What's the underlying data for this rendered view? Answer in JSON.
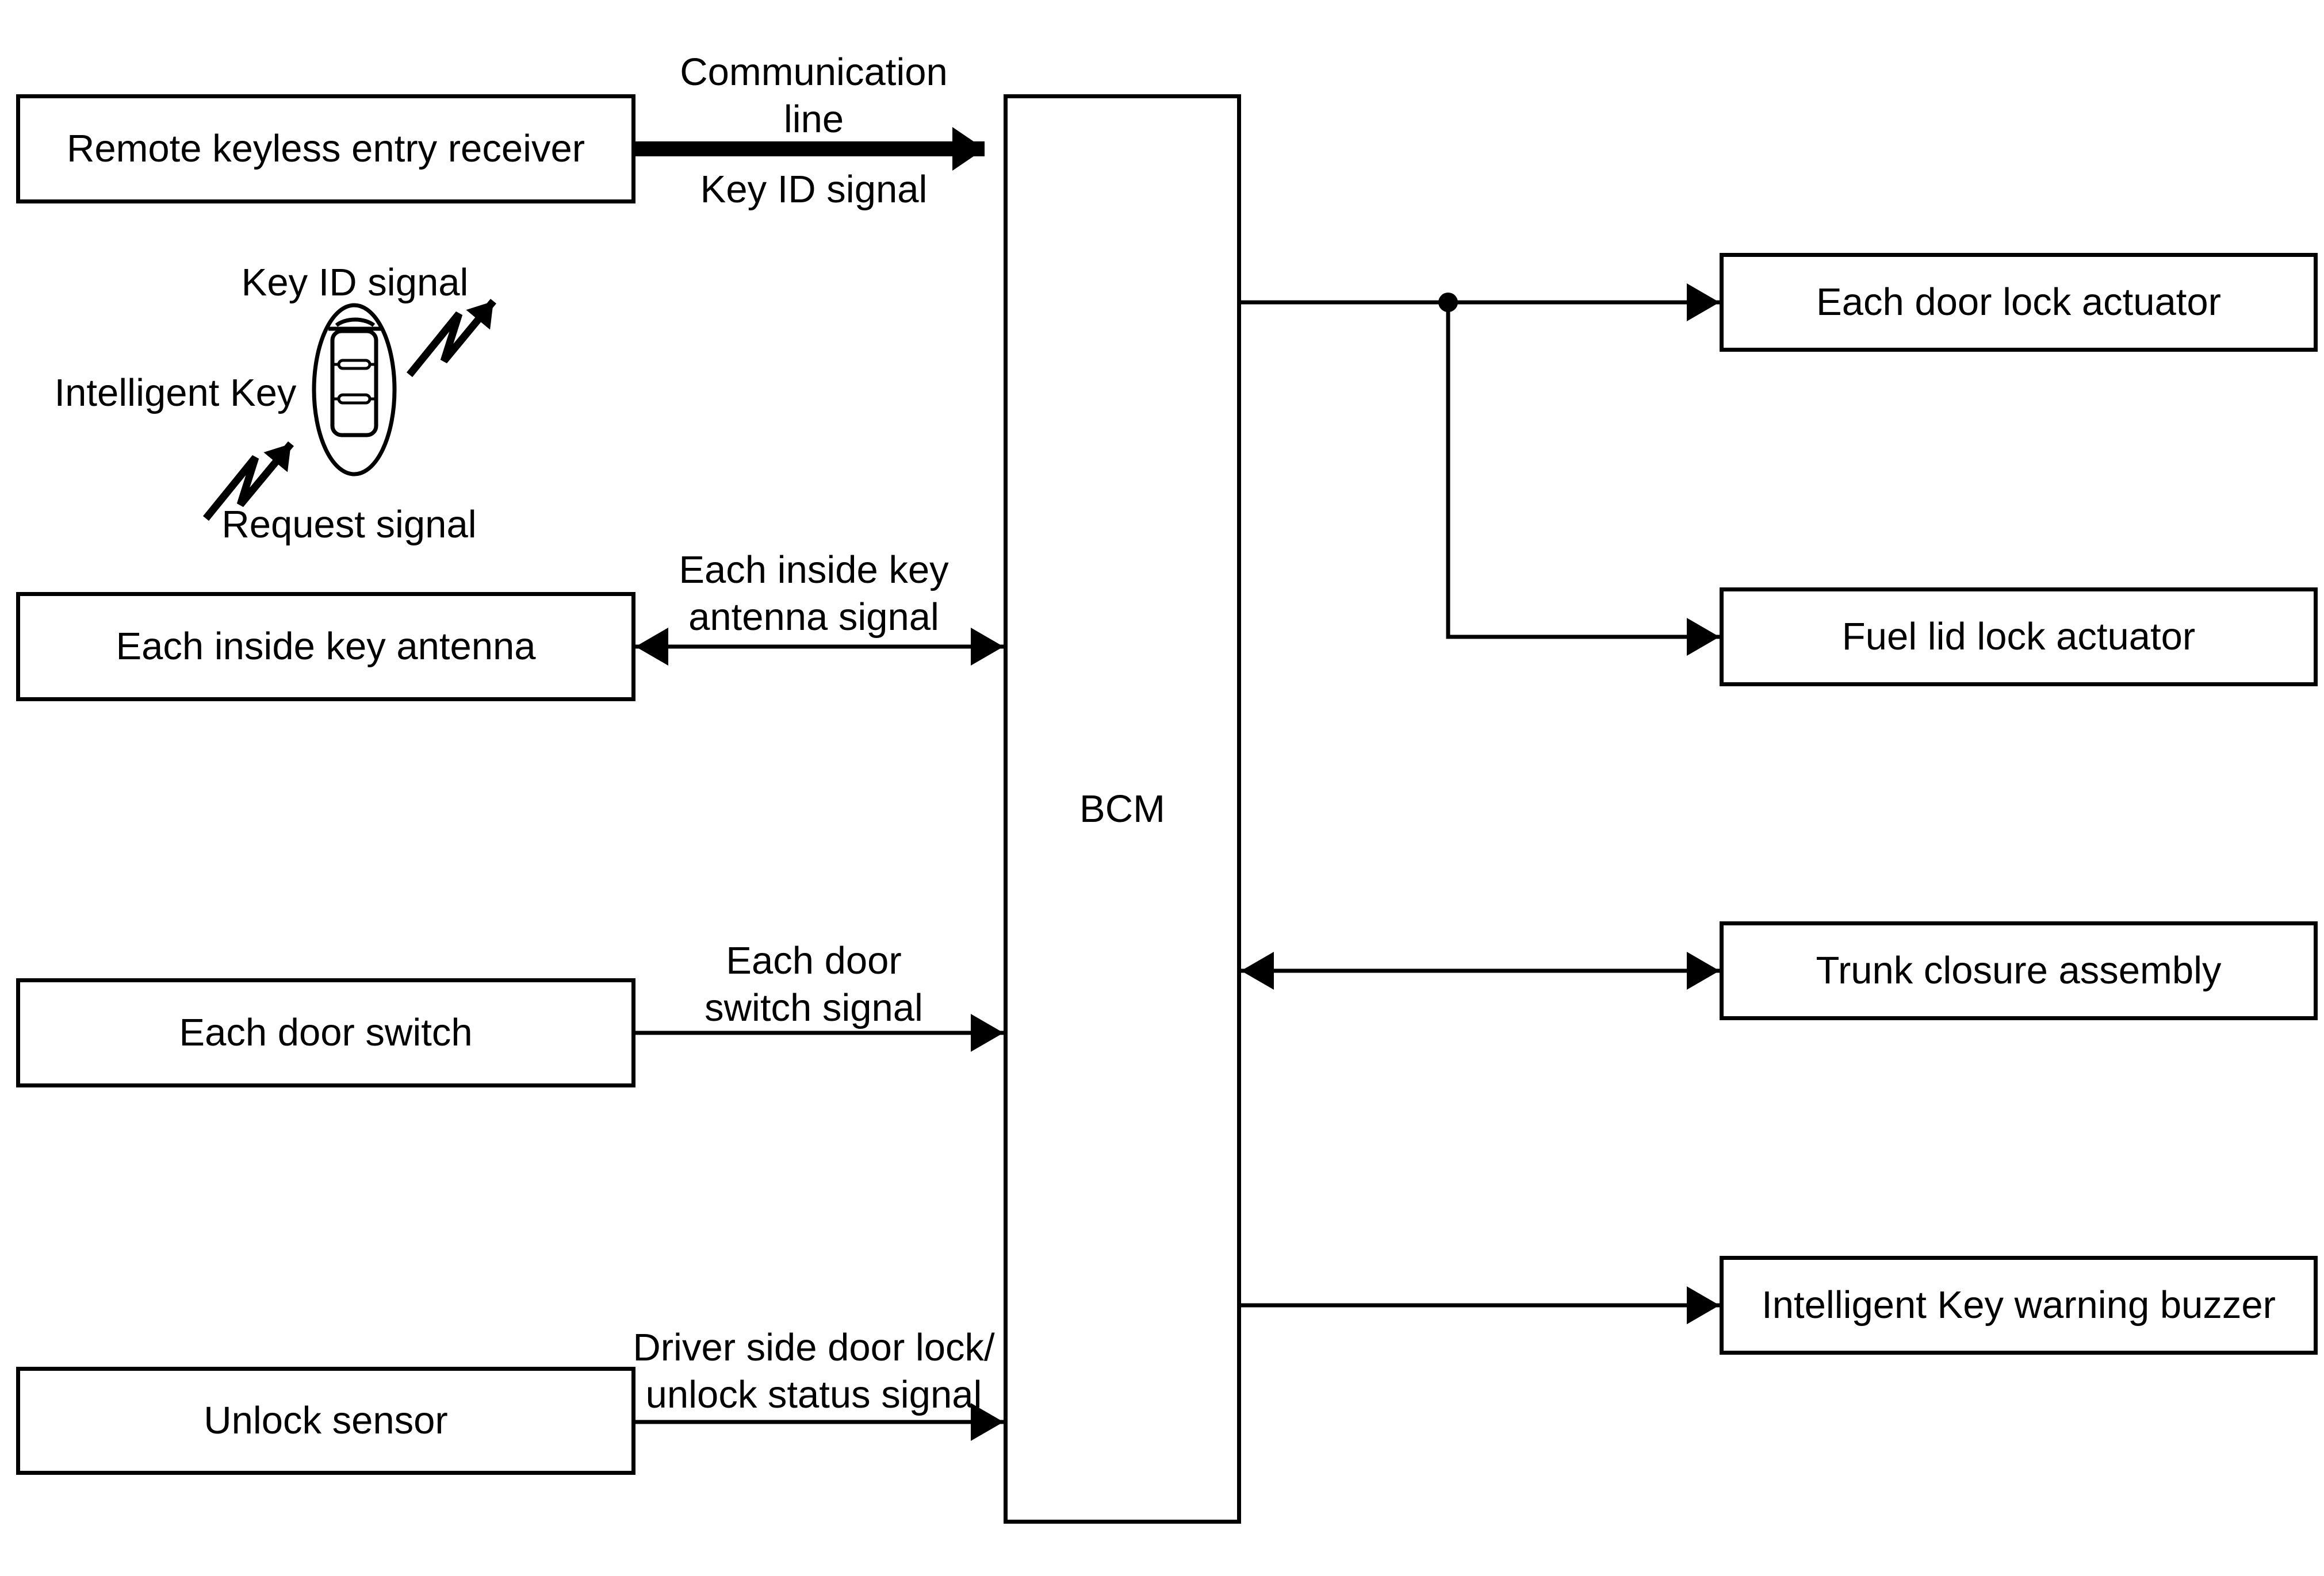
{
  "colors": {
    "ink": "#000000",
    "background": "#ffffff"
  },
  "nodes": {
    "remote_receiver": {
      "label": "Remote keyless entry receiver"
    },
    "inside_key_antenna": {
      "label": "Each inside key antenna"
    },
    "door_switch": {
      "label": "Each door switch"
    },
    "unlock_sensor": {
      "label": "Unlock sensor"
    },
    "bcm": {
      "label": "BCM"
    },
    "door_lock_actuator": {
      "label": "Each door lock actuator"
    },
    "fuel_lid_actuator": {
      "label": "Fuel lid lock actuator"
    },
    "trunk_closure": {
      "label": "Trunk closure assembly"
    },
    "warning_buzzer": {
      "label": "Intelligent Key warning buzzer"
    }
  },
  "signal_labels": {
    "communication": {
      "line1": "Communication",
      "line2": "line"
    },
    "key_id_to_bcm": {
      "line1": "Key ID signal"
    },
    "inside_key_antenna": {
      "line1": "Each inside key",
      "line2": "antenna signal"
    },
    "door_switch": {
      "line1": "Each door",
      "line2": "switch signal"
    },
    "driver_door_status": {
      "line1": "Driver side door lock/",
      "line2": "unlock status signal"
    }
  },
  "intelligent_key": {
    "key_id_label": "Key ID signal",
    "device_label": "Intelligent Key",
    "request_label": "Request signal"
  }
}
